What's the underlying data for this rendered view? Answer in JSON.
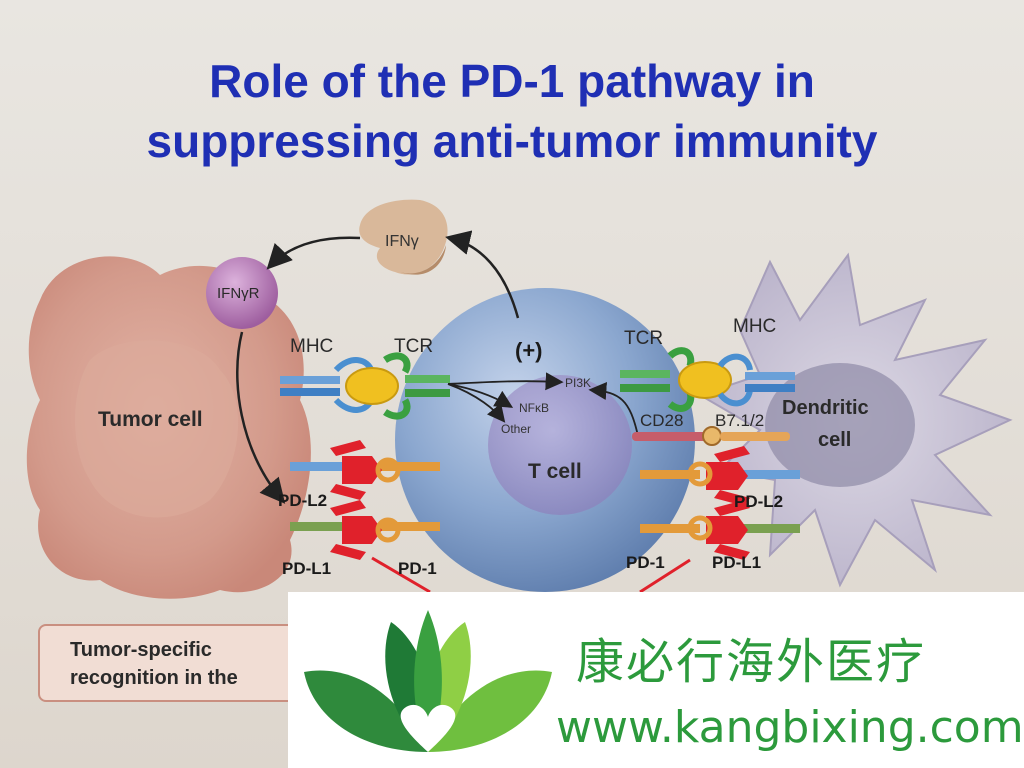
{
  "title": {
    "line1": "Role of the PD-1 pathway in",
    "line2": "suppressing anti-tumor immunity"
  },
  "cells": {
    "tumor": "Tumor cell",
    "t_cell": "T cell",
    "dendritic": "Dendritic cell",
    "activation": "(+)"
  },
  "labels": {
    "ifng": "IFNγ",
    "ifngr": "IFNγR",
    "mhc_left": "MHC",
    "tcr_left": "TCR",
    "tcr_right": "TCR",
    "mhc_right": "MHC",
    "pi3k": "PI3K",
    "nfkb": "NFκB",
    "other": "Other",
    "cd28": "CD28",
    "b71_2": "B7.1/2",
    "pdl2_left": "PD-L2",
    "pdl1_left": "PD-L1",
    "pd1_left": "PD-1",
    "pd1_right": "PD-1",
    "pdl1_right": "PD-L1",
    "pdl2_right": "PD-L2"
  },
  "caption": {
    "line1": "Tumor-specific",
    "line2": "recognition in the"
  },
  "watermark": {
    "chinese": "康必行海外医疗",
    "url": "www.kangbixing.com"
  },
  "colors": {
    "title": "#1f2fb4",
    "watermark_green": "#2c9a3c",
    "pd1_red": "#e0212b",
    "t_cell_blue": "#8aa7cf",
    "tumor_pink": "#d59a8d",
    "dendritic_lavender": "#c9c3d6"
  }
}
